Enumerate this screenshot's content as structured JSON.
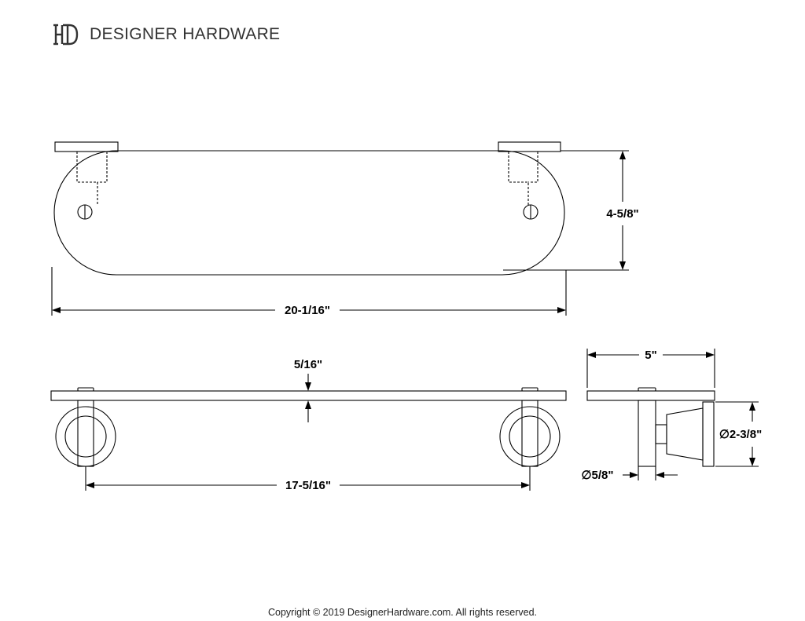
{
  "brand": {
    "name": "DESIGNER HARDWARE",
    "logo_letters": "DH"
  },
  "dimensions": {
    "overall_length": "20-1/16\"",
    "shelf_depth": "4-5/8\"",
    "glass_thickness": "5/16\"",
    "bracket_spacing": "17-5/16\"",
    "projection": "5\"",
    "flange_diameter": "∅2-3/8\"",
    "post_diameter": "∅5/8\""
  },
  "footer": {
    "copyright": "Copyright © 2019 DesignerHardware.com. All rights reserved."
  }
}
